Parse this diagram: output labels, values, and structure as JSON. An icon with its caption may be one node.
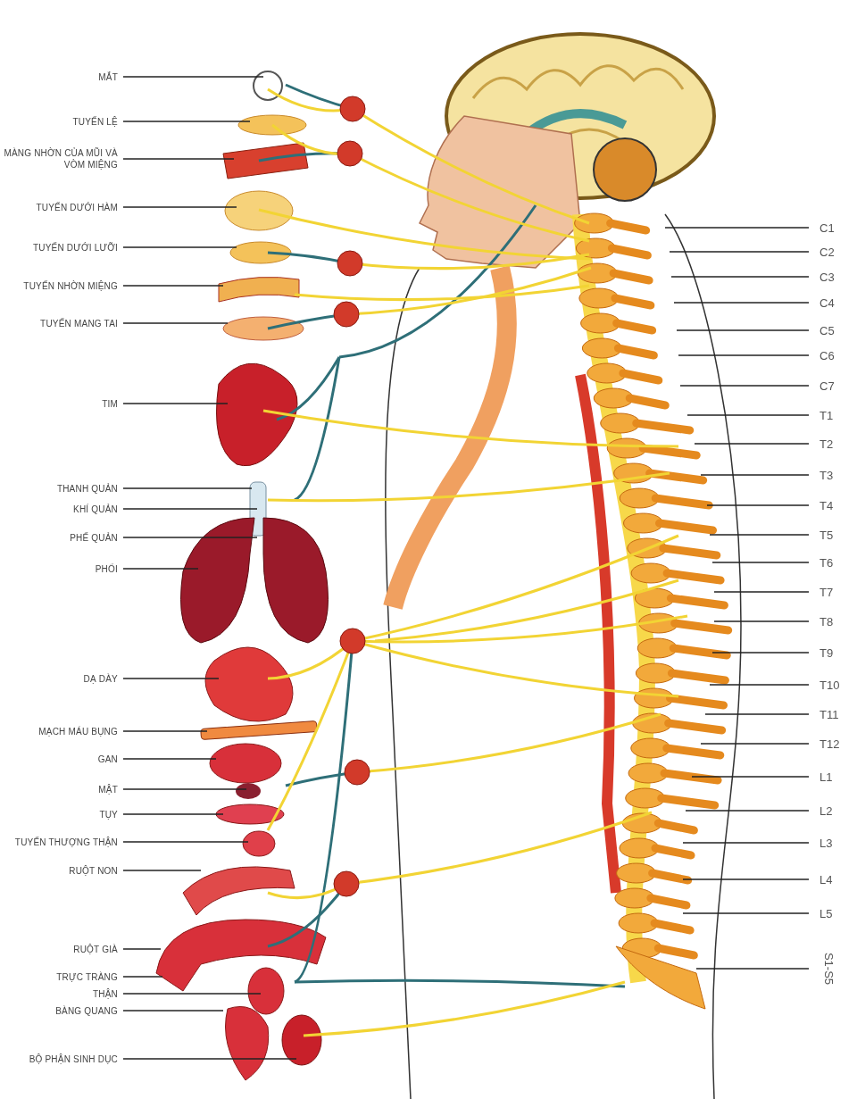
{
  "diagram": {
    "nodes": [
      {
        "text": [
          "MẮT"
        ]
      },
      {
        "text": [
          "TUYẾN LỆ"
        ]
      },
      {
        "text": [
          "MÀNG NHỜN CỦA MŨI VÀ VÒM MIỆNG"
        ]
      },
      {
        "text": [
          "TUYẾN DƯỚI HÀM"
        ]
      },
      {
        "text": [
          "TUYẾN DƯỚI LƯỠI"
        ]
      },
      {
        "text": [
          "TUYẾN NHỜN MIỆNG"
        ]
      },
      {
        "text": [
          "TUYẾN MANG TAI"
        ]
      },
      {
        "text": [
          "TIM"
        ]
      },
      {
        "text": [
          "THANH QUẢN"
        ]
      },
      {
        "text": [
          "KHÍ QUẢN"
        ]
      },
      {
        "text": [
          "PHẾ QUẢN"
        ]
      },
      {
        "text": [
          "PHỔI"
        ]
      },
      {
        "text": [
          "DẠ DÀY"
        ]
      },
      {
        "text": [
          "MẠCH MÁU BỤNG"
        ]
      },
      {
        "text": [
          "GAN"
        ]
      },
      {
        "text": [
          "MẬT"
        ]
      },
      {
        "text": [
          "TỤY"
        ]
      },
      {
        "text": [
          "TUYẾN THƯỢNG THẬN"
        ]
      },
      {
        "text": [
          "RUỘT NON"
        ]
      },
      {
        "text": [
          "RUỘT GIÀ"
        ]
      },
      {
        "text": [
          "TRỰC TRÀNG"
        ]
      },
      {
        "text": [
          "THẬN"
        ]
      },
      {
        "text": [
          "BÀNG QUANG"
        ]
      },
      {
        "text": [
          "BỘ PHẬN SINH DỤC"
        ]
      },
      {
        "text": [
          "C1"
        ]
      },
      {
        "text": [
          "C2"
        ]
      },
      {
        "text": [
          "C3"
        ]
      },
      {
        "text": [
          "C4"
        ]
      },
      {
        "text": [
          "C5"
        ]
      },
      {
        "text": [
          "C6"
        ]
      },
      {
        "text": [
          "C7"
        ]
      },
      {
        "text": [
          "T1"
        ]
      },
      {
        "text": [
          "T2"
        ]
      },
      {
        "text": [
          "T3"
        ]
      },
      {
        "text": [
          "T4"
        ]
      },
      {
        "text": [
          "T5"
        ]
      },
      {
        "text": [
          "T6"
        ]
      },
      {
        "text": [
          "T7"
        ]
      },
      {
        "text": [
          "T8"
        ]
      },
      {
        "text": [
          "T9"
        ]
      },
      {
        "text": [
          "T10"
        ]
      },
      {
        "text": [
          "T11"
        ]
      },
      {
        "text": [
          "T12"
        ]
      },
      {
        "text": [
          "L1"
        ]
      },
      {
        "text": [
          "L2"
        ]
      },
      {
        "text": [
          "L3"
        ]
      },
      {
        "text": [
          "L4"
        ]
      },
      {
        "text": [
          "L5"
        ]
      },
      {
        "text": [
          "S1-S5"
        ]
      }
    ],
    "edges": [
      {
        "from": 0,
        "to": null,
        "arrow": "none"
      },
      {
        "from": 1,
        "to": null,
        "arrow": "none"
      },
      {
        "from": 2,
        "to": null,
        "arrow": "none"
      },
      {
        "from": 3,
        "to": null,
        "arrow": "none"
      },
      {
        "from": 4,
        "to": null,
        "arrow": "none"
      },
      {
        "from": 5,
        "to": null,
        "arrow": "none"
      },
      {
        "from": 6,
        "to": null,
        "arrow": "none"
      },
      {
        "from": 7,
        "to": null,
        "arrow": "none"
      },
      {
        "from": 8,
        "to": null,
        "arrow": "none"
      },
      {
        "from": 9,
        "to": null,
        "arrow": "none"
      },
      {
        "from": 10,
        "to": null,
        "arrow": "none"
      },
      {
        "from": 11,
        "to": null,
        "arrow": "none"
      },
      {
        "from": 12,
        "to": null,
        "arrow": "none"
      },
      {
        "from": 13,
        "to": null,
        "arrow": "none"
      },
      {
        "from": 14,
        "to": null,
        "arrow": "none"
      },
      {
        "from": 15,
        "to": null,
        "arrow": "none"
      },
      {
        "from": 16,
        "to": null,
        "arrow": "none"
      },
      {
        "from": 17,
        "to": null,
        "arrow": "none"
      },
      {
        "from": 18,
        "to": null,
        "arrow": "none"
      },
      {
        "from": 19,
        "to": null,
        "arrow": "none"
      },
      {
        "from": 20,
        "to": null,
        "arrow": "none"
      },
      {
        "from": 21,
        "to": null,
        "arrow": "none"
      },
      {
        "from": 22,
        "to": null,
        "arrow": "none"
      },
      {
        "from": 23,
        "to": null,
        "arrow": "none"
      },
      {
        "from": 24,
        "to": null,
        "arrow": "none"
      },
      {
        "from": 25,
        "to": null,
        "arrow": "none"
      },
      {
        "from": 26,
        "to": null,
        "arrow": "none"
      },
      {
        "from": 27,
        "to": null,
        "arrow": "none"
      },
      {
        "from": 28,
        "to": null,
        "arrow": "none"
      },
      {
        "from": 29,
        "to": null,
        "arrow": "none"
      },
      {
        "from": 30,
        "to": null,
        "arrow": "none"
      },
      {
        "from": 31,
        "to": null,
        "arrow": "none"
      },
      {
        "from": 32,
        "to": null,
        "arrow": "none"
      },
      {
        "from": 33,
        "to": null,
        "arrow": "none"
      },
      {
        "from": 34,
        "to": null,
        "arrow": "none"
      },
      {
        "from": 35,
        "to": null,
        "arrow": "none"
      },
      {
        "from": 36,
        "to": null,
        "arrow": "none"
      },
      {
        "from": 37,
        "to": null,
        "arrow": "none"
      },
      {
        "from": 38,
        "to": null,
        "arrow": "none"
      },
      {
        "from": 39,
        "to": null,
        "arrow": "none"
      },
      {
        "from": 40,
        "to": null,
        "arrow": "none"
      },
      {
        "from": 41,
        "to": null,
        "arrow": "none"
      },
      {
        "from": 42,
        "to": null,
        "arrow": "none"
      },
      {
        "from": 43,
        "to": null,
        "arrow": "none"
      },
      {
        "from": 44,
        "to": null,
        "arrow": "none"
      },
      {
        "from": 45,
        "to": null,
        "arrow": "none"
      },
      {
        "from": 46,
        "to": null,
        "arrow": "none"
      },
      {
        "from": 47,
        "to": null,
        "arrow": "none"
      },
      {
        "from": 48,
        "to": null,
        "arrow": "none"
      }
    ]
  }
}
